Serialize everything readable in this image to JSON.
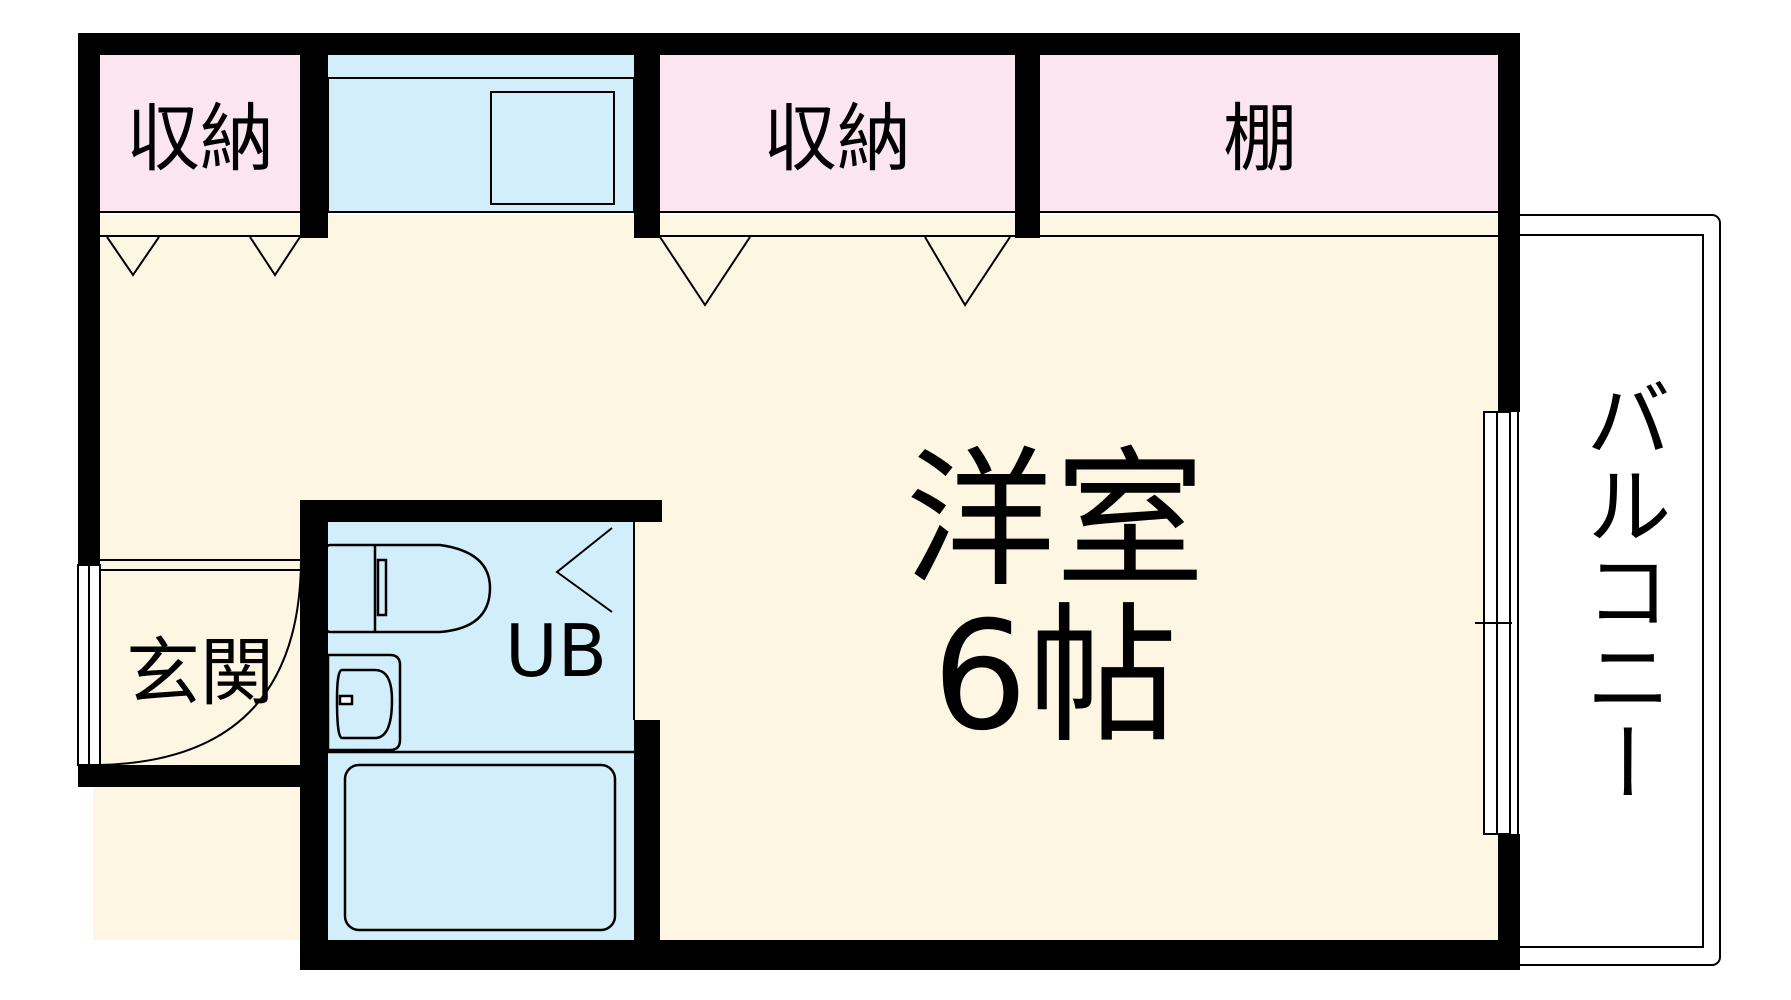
{
  "rooms": {
    "storage_left": "収納",
    "storage_center": "収納",
    "shelf": "棚",
    "entrance": "玄関",
    "bath": "UB",
    "western_room_name": "洋室",
    "western_room_size": "6帖",
    "balcony": "バルコニー"
  },
  "colors": {
    "wall": "#000000",
    "storage_fill": "#fbe6ef",
    "wet_area_fill": "#d2eefa",
    "room_fill": "#fdf6e3",
    "balcony_fill": "#ffffff"
  }
}
